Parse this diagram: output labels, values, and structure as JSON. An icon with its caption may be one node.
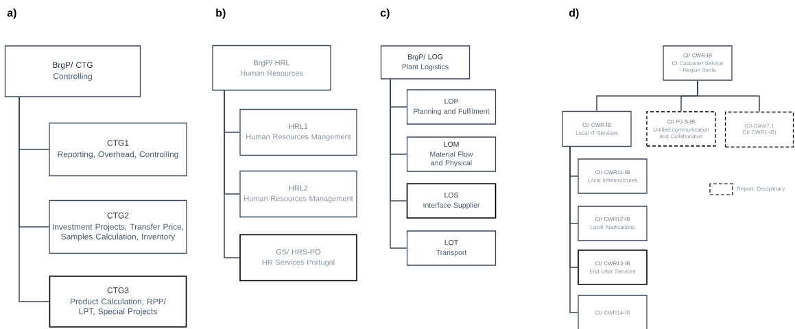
{
  "diagram": {
    "nodes": [
      {
        "text": [
          "BrgP/ CTG",
          "Controlling"
        ]
      },
      {
        "text": [
          "CTG1",
          "Reporting, Overhead, Controlling"
        ]
      },
      {
        "text": [
          "CTG2",
          "Investment Projects, Transfer Price, Samples Calculation, Inventory"
        ]
      },
      {
        "text": [
          "CTG3",
          "Product Calculation, RPP/ LPT, Special Projects"
        ]
      },
      {
        "text": [
          "BrgP/ HRL",
          "Human Resources"
        ]
      },
      {
        "text": [
          "HRL1",
          "Human Resources Mangement"
        ]
      },
      {
        "text": [
          "HRL2",
          "Human Resources Management"
        ]
      },
      {
        "text": [
          "GS/ HRS-PO",
          "HR Services Portugal"
        ]
      },
      {
        "text": [
          "BrgP/ LOG",
          "Plant Logistics"
        ]
      },
      {
        "text": [
          "LOP",
          "Planning and Fulfilment"
        ]
      },
      {
        "text": [
          "LOM",
          "Material Flow and Physical"
        ]
      },
      {
        "text": [
          "LOS",
          "Interface Supplier"
        ]
      },
      {
        "text": [
          "LOT",
          "Transport"
        ]
      },
      {
        "text": [
          "CI/ CWR-IB",
          "CI Customer Service - Region Iberia"
        ]
      },
      {
        "text": [
          "CI/ CWR-IB",
          "Local IT-Services"
        ]
      },
      {
        "text": [
          "CI/ PJ-S-IB",
          "Unified communication and Collaboration"
        ]
      },
      {
        "text": [
          "(CI-DAW7.1 CI/ CWR1-IB)"
        ]
      },
      {
        "text": [
          "CI/ CWR11-IB",
          "Local Infrastructures"
        ]
      },
      {
        "text": [
          "CI/ CWR12-IB",
          "Local Applications"
        ]
      },
      {
        "text": [
          "CI/ CWR13-IB",
          "End User Services"
        ]
      },
      {
        "text": [
          "CI/ CWR14-IB"
        ]
      }
    ],
    "edges": [
      {
        "from": 0,
        "to": 1,
        "arrow": "none"
      },
      {
        "from": 0,
        "to": 2,
        "arrow": "none"
      },
      {
        "from": 0,
        "to": 3,
        "arrow": "none"
      },
      {
        "from": 4,
        "to": 5,
        "arrow": "none"
      },
      {
        "from": 4,
        "to": 6,
        "arrow": "none"
      },
      {
        "from": 4,
        "to": 7,
        "arrow": "none"
      },
      {
        "from": 8,
        "to": 9,
        "arrow": "none"
      },
      {
        "from": 8,
        "to": 10,
        "arrow": "none"
      },
      {
        "from": 8,
        "to": 11,
        "arrow": "none"
      },
      {
        "from": 8,
        "to": 12,
        "arrow": "none"
      },
      {
        "from": 13,
        "to": 14,
        "arrow": "none"
      },
      {
        "from": 13,
        "to": 15,
        "arrow": "none"
      },
      {
        "from": 13,
        "to": 16,
        "arrow": "none"
      },
      {
        "from": 14,
        "to": 17,
        "arrow": "none"
      },
      {
        "from": 14,
        "to": 18,
        "arrow": "none"
      },
      {
        "from": 14,
        "to": 19,
        "arrow": "none"
      },
      {
        "from": 14,
        "to": 20,
        "arrow": "none"
      }
    ],
    "labels": [
      "a)",
      "b)",
      "c)",
      "d)"
    ],
    "legend": [
      {
        "text": "Report: Disciplinary"
      }
    ]
  }
}
